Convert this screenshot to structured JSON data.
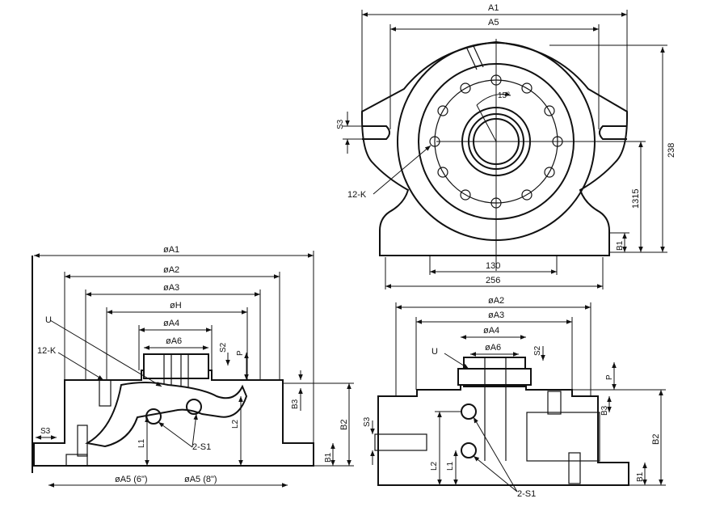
{
  "top_view": {
    "dims": {
      "a1": "A1",
      "a5": "A5",
      "s3": "S3",
      "k": "12-K",
      "angle": "15°",
      "d130": "130",
      "d256": "256",
      "d238": "238",
      "d1315": "1315",
      "b1": "B1"
    }
  },
  "left_view": {
    "dims": {
      "oa1": "øA1",
      "oa2": "øA2",
      "oa3": "øA3",
      "oh": "øH",
      "oa4": "øA4",
      "oa6": "øA6",
      "u": "U",
      "k": "12-K",
      "s2": "S2",
      "p": "P",
      "b3": "B3",
      "b2": "B2",
      "l2": "L2",
      "l1": "L1",
      "s1": "2-S1",
      "s3": "S3",
      "b1": "B1",
      "a5_6": "øA5 (6\")",
      "a5_8": "øA5 (8\")"
    }
  },
  "right_view": {
    "dims": {
      "oa2": "øA2",
      "oa3": "øA3",
      "oa4": "øA4",
      "oa6": "øA6",
      "u": "U",
      "s2": "S2",
      "p": "P",
      "b3": "B3",
      "b2": "B2",
      "s3": "S3",
      "l2": "L2",
      "l1": "L1",
      "b1": "B1",
      "s1": "2-S1"
    }
  }
}
